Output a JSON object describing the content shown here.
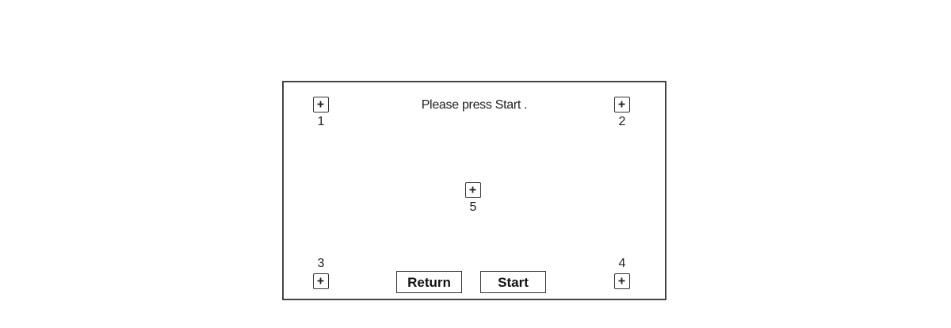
{
  "screen": {
    "instruction": "Please press Start ."
  },
  "targets": [
    {
      "number": "1"
    },
    {
      "number": "2"
    },
    {
      "number": "3"
    },
    {
      "number": "4"
    },
    {
      "number": "5"
    }
  ],
  "buttons": {
    "return_label": "Return",
    "start_label": "Start"
  },
  "icons": {
    "target": "crosshair-plus-icon"
  }
}
